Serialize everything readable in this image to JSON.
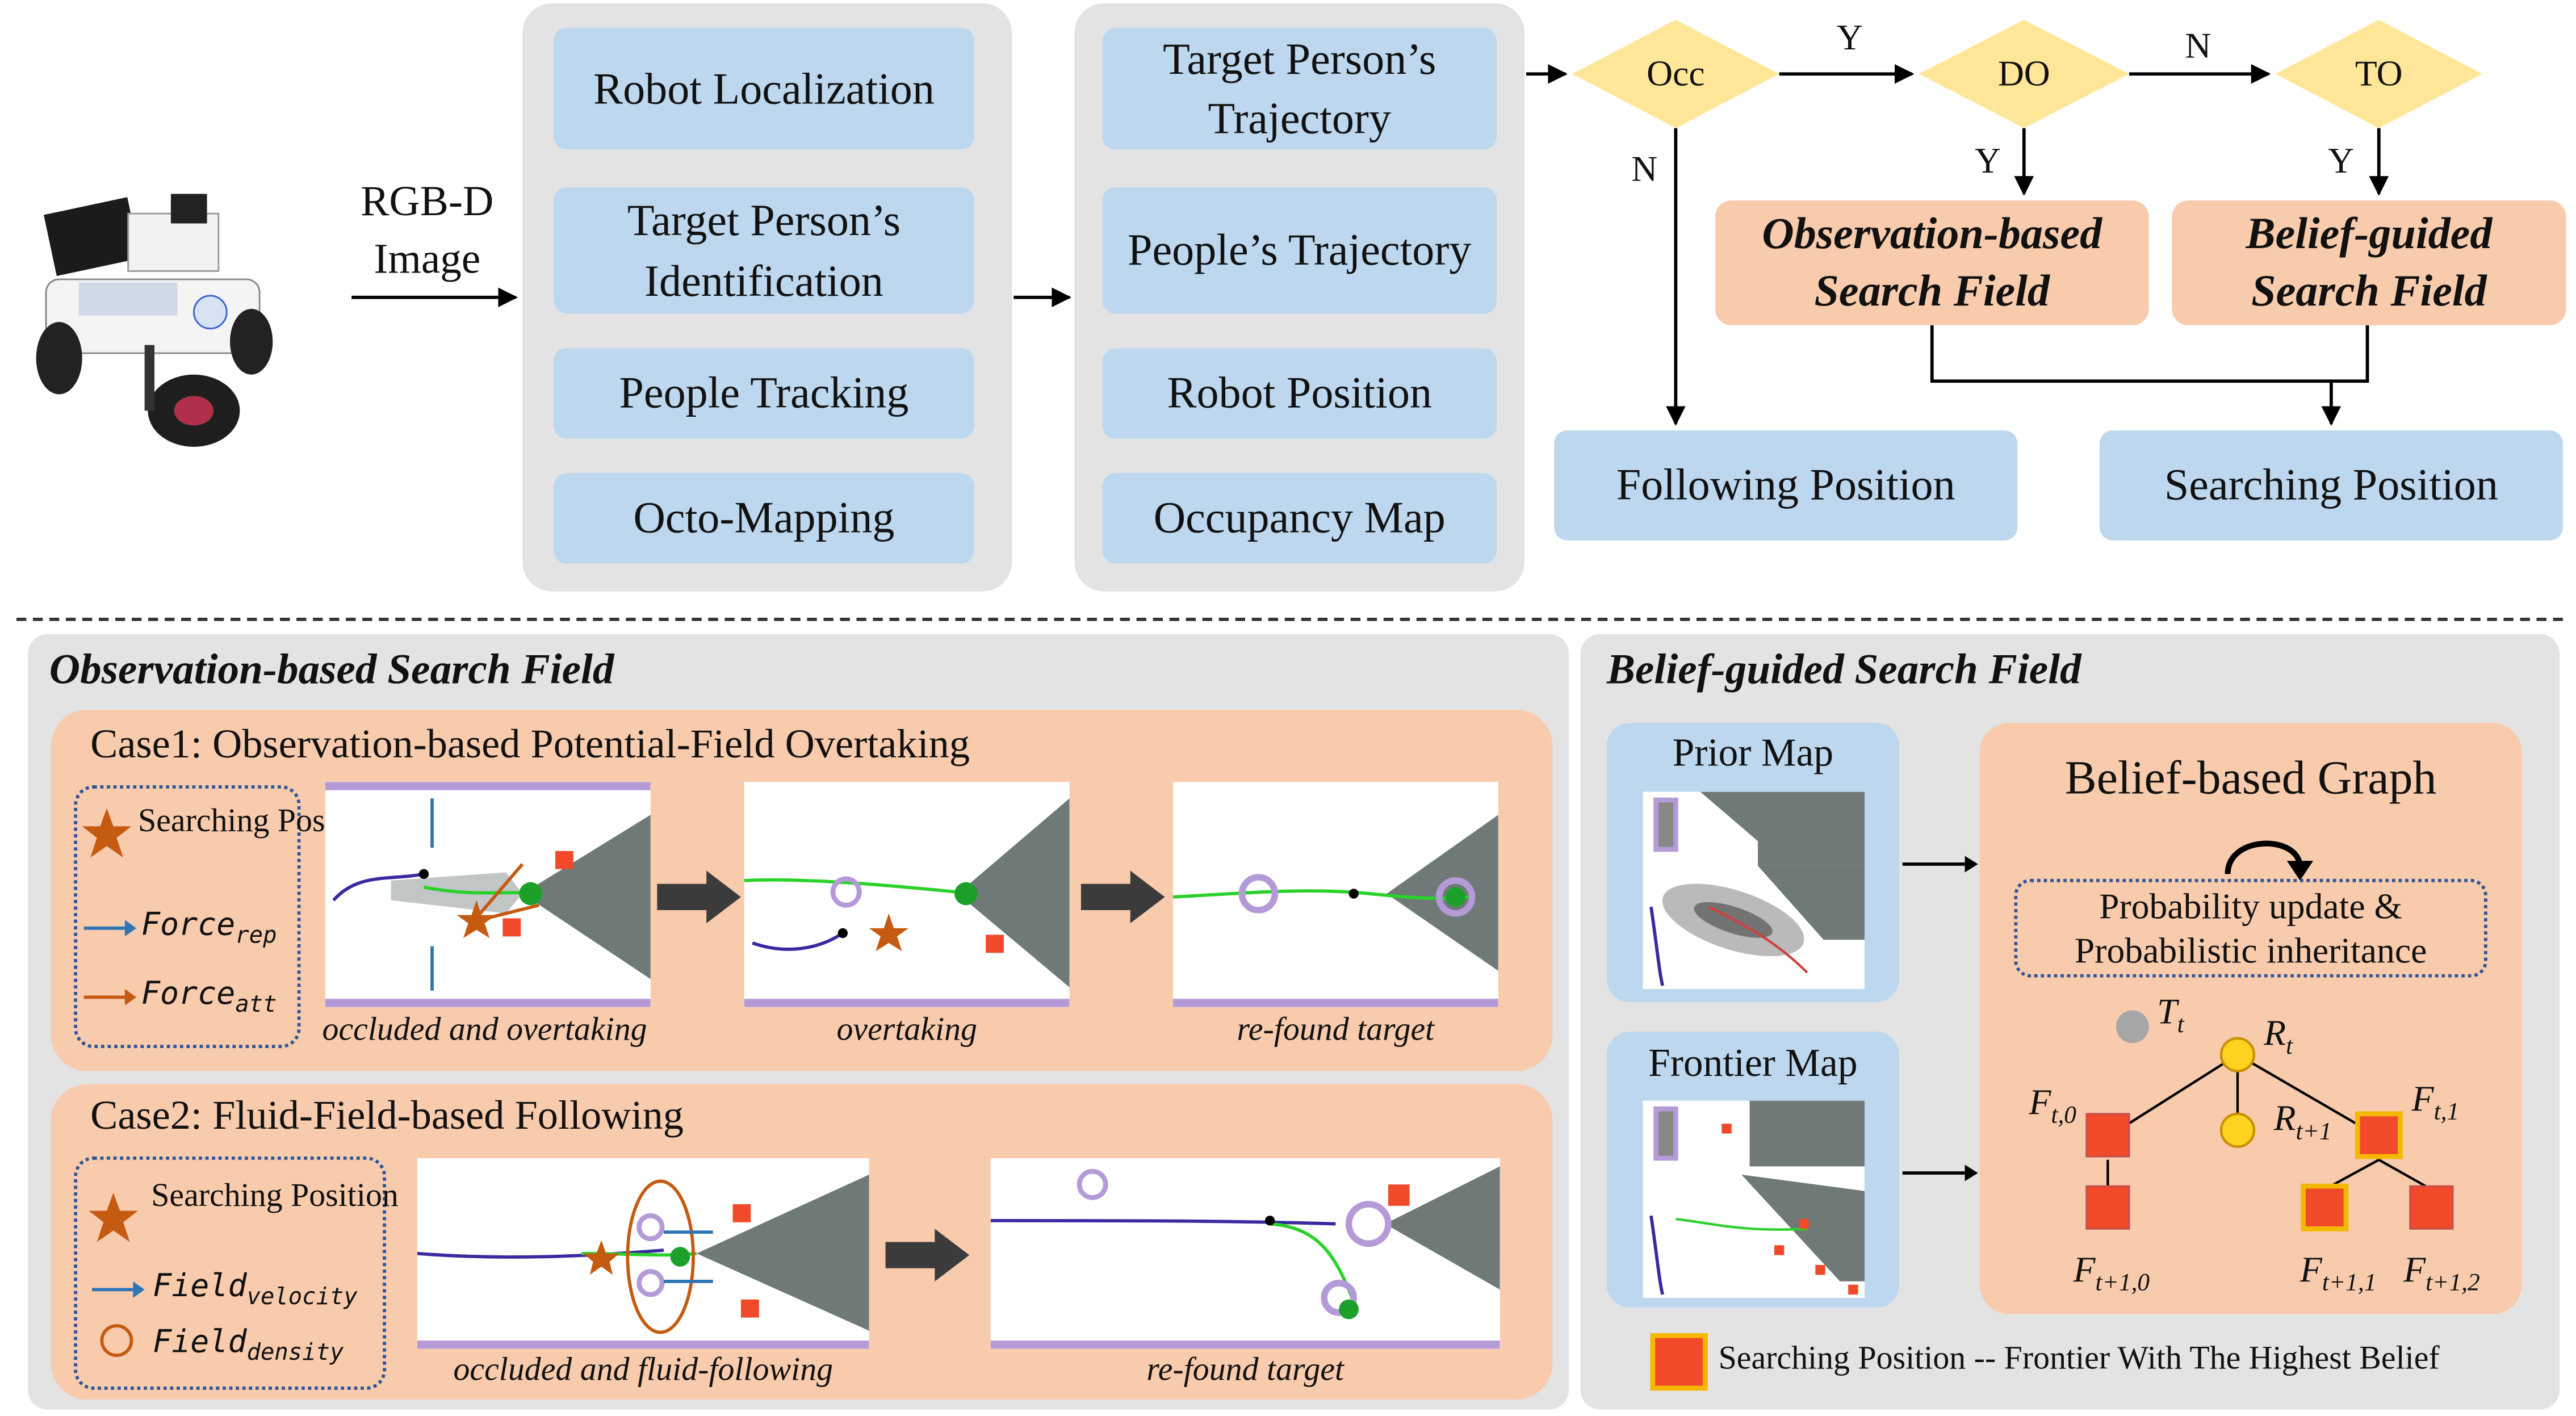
{
  "top": {
    "input_label": "RGB-D Image",
    "modules": [
      "Robot Localization",
      "Target Person’s Identification",
      "People Tracking",
      "Octo-Mapping"
    ],
    "outputs": [
      "Target Person’s Trajectory",
      "People’s Trajectory",
      "Robot Position",
      "Occupancy Map"
    ],
    "decisions": {
      "occ": "Occ",
      "do": "DO",
      "to": "TO"
    },
    "branch_labels": {
      "yes": "Y",
      "no": "N"
    },
    "obs_field": "Observation-based Search Field",
    "belief_field": "Belief-guided Search Field",
    "following_position": "Following Position",
    "searching_position": "Searching Position"
  },
  "observation_section": {
    "title": "Observation-based Search Field",
    "case1": {
      "title": "Case1: Observation-based Potential-Field Overtaking",
      "legend": {
        "star": "Searching Position",
        "force_rep": "Force",
        "force_rep_sub": "rep",
        "force_att": "Force",
        "force_att_sub": "att"
      },
      "captions": [
        "occluded and overtaking",
        "overtaking",
        "re-found target"
      ]
    },
    "case2": {
      "title": "Case2: Fluid-Field-based Following",
      "legend": {
        "star": "Searching Position",
        "velocity": "Field",
        "velocity_sub": "velocity",
        "density": "Field",
        "density_sub": "density"
      },
      "captions": [
        "occluded and fluid-following",
        "re-found target"
      ]
    }
  },
  "belief_section": {
    "title": "Belief-guided Search Field",
    "prior_map": "Prior Map",
    "frontier_map": "Frontier Map",
    "graph_title": "Belief-based Graph",
    "update_text": "Probability update & Probabilistic inheritance",
    "nodes": {
      "tt": "T",
      "tt_sub": "t",
      "rt": "R",
      "rt_sub": "t",
      "rt1": "R",
      "rt1_sub": "t+1",
      "ft0": "F",
      "ft0_sub": "t,0",
      "ft1": "F",
      "ft1_sub": "t,1",
      "f10": "F",
      "f10_sub": "t+1,0",
      "f11": "F",
      "f11_sub": "t+1,1",
      "f12": "F",
      "f12_sub": "t+1,2"
    },
    "legend_text": "Searching Position -- Frontier With The Highest Belief"
  },
  "colors": {
    "blue_box": "#bdd7ee",
    "orange_box": "#f8cbad",
    "diamond": "#ffe699",
    "panel": "#e3e3e3",
    "frontier": "#f04a2a",
    "highlight": "#f5b800"
  }
}
